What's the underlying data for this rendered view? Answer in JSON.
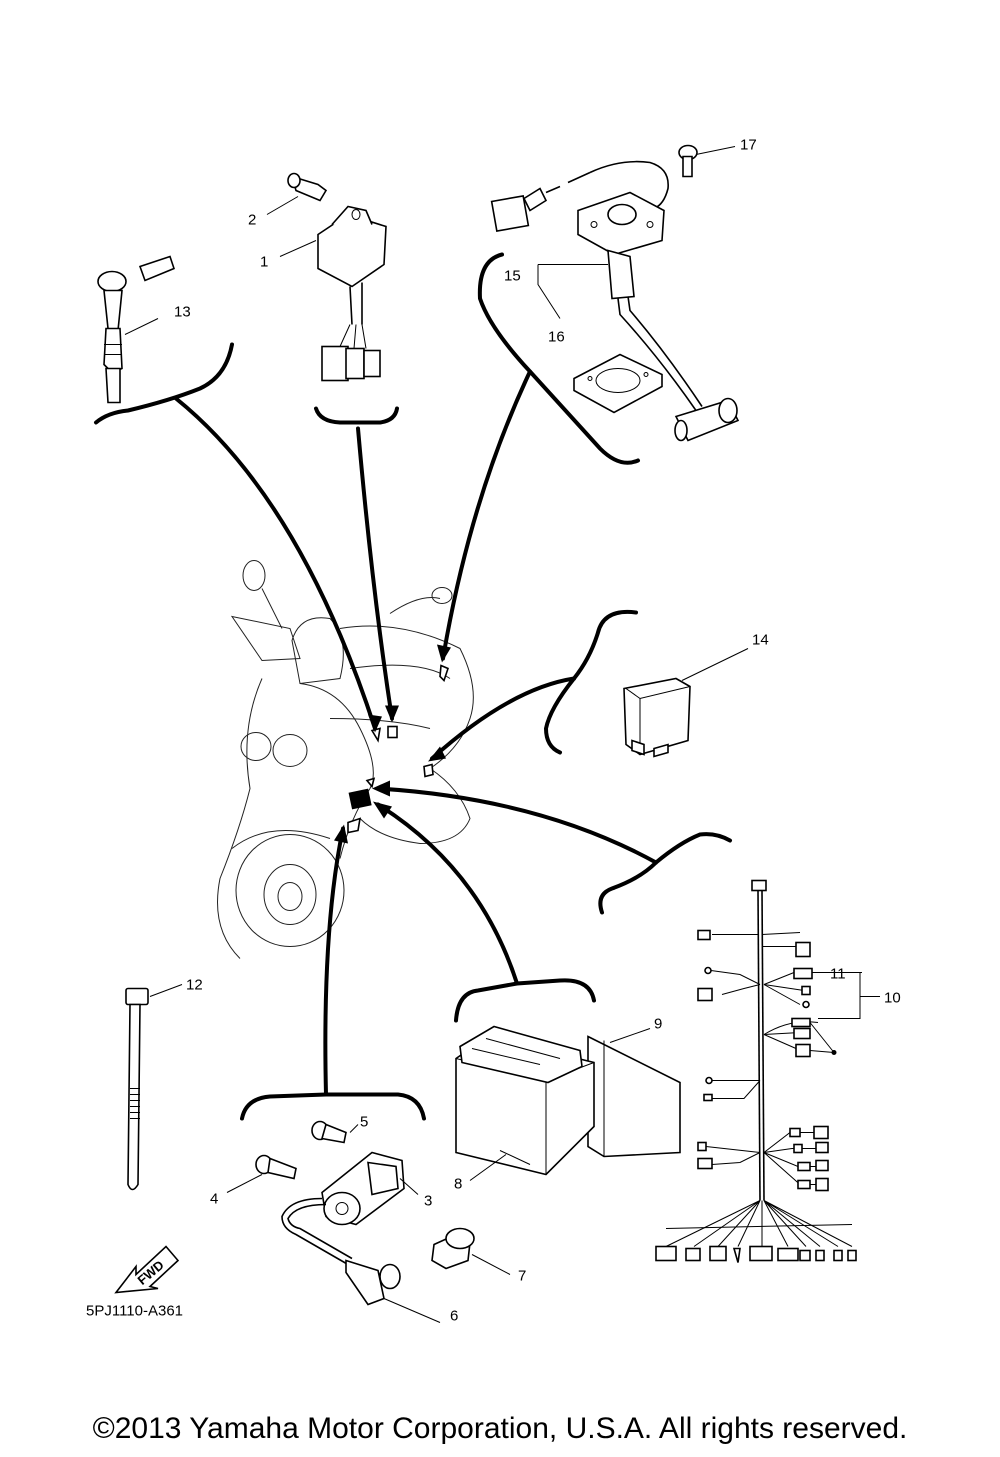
{
  "diagram": {
    "callouts": {
      "c1": "1",
      "c2": "2",
      "c3": "3",
      "c4": "4",
      "c5": "5",
      "c6": "6",
      "c7": "7",
      "c8": "8",
      "c9": "9",
      "c10": "10",
      "c11": "11",
      "c12": "12",
      "c13": "13",
      "c14": "14",
      "c15": "15",
      "c16": "16",
      "c17": "17"
    },
    "fwd_arrow": "FWD",
    "drawing_code": "5PJ1110-A361"
  },
  "footer": {
    "copyright": "©2013 Yamaha Motor Corporation, U.S.A. All rights reserved."
  }
}
